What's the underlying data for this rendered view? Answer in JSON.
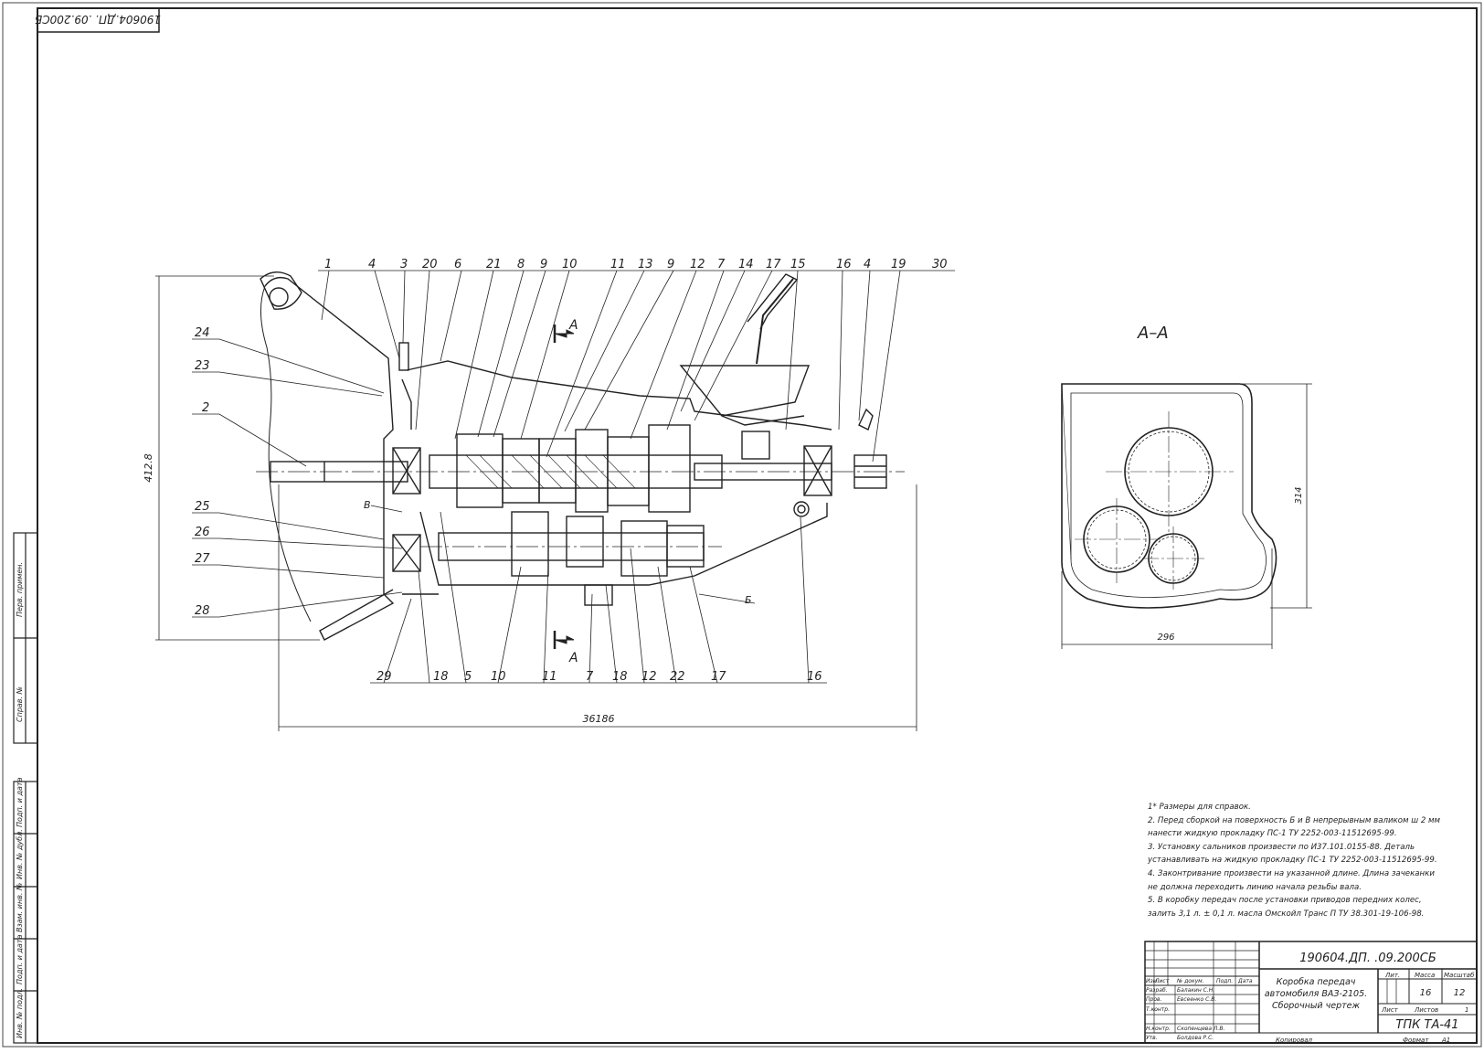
{
  "stamp_top": "190604.ДП. .09.200СБ",
  "section_label": "А–А",
  "cut_label": "А",
  "dims": {
    "height": "412.8",
    "length": "36186",
    "section_w": "296",
    "section_h": "314"
  },
  "surfaces": {
    "b": "Б",
    "v": "В"
  },
  "callouts_top": [
    "1",
    "4",
    "3",
    "20",
    "6",
    "21",
    "8",
    "9",
    "10",
    "11",
    "13",
    "9",
    "12",
    "7",
    "14",
    "17",
    "15",
    "16",
    "4",
    "19",
    "30"
  ],
  "callouts_left": [
    "24",
    "23",
    "2",
    "25",
    "26",
    "27",
    "28"
  ],
  "callouts_bottom": [
    "29",
    "18",
    "5",
    "10",
    "11",
    "7",
    "18",
    "12",
    "22",
    "17",
    "16"
  ],
  "side_stamp": [
    "Перв. примен.",
    "Справ. №",
    "Подп. и дата",
    "Инв. № дубл.",
    "Взам. инв. №",
    "Подп. и дата",
    "Инв. № подл."
  ],
  "notes": [
    "1* Размеры для справок.",
    "2. Перед сборкой на поверхность Б и В непрерывным валиком ш 2 мм",
    "нанести жидкую прокладку ПС-1 ТУ 2252-003-11512695-99.",
    "3. Установку сальников произвести по И37.101.0155-88. Деталь",
    "устанавливать на жидкую прокладку ПС-1 ТУ 2252-003-11512695-99.",
    "4. Законтривание произвести на указанной длине. Длина зачеканки",
    "не должна переходить линию начала резьбы вала.",
    "5. В коробку передач после установки приводов передних колес,",
    "залить 3,1 л. ± 0,1 л. масла Омскойл Транс П ТУ 38.301-19-106-98."
  ],
  "title_block": {
    "doc_number": "190604.ДП. .09.200СБ",
    "title_line1": "Коробка передач",
    "title_line2": "автомобиля ВАЗ-2105.",
    "title_line3": "Сборочный чертеж",
    "col_lit": "Лит.",
    "col_mass": "Масса",
    "col_scale": "Масштаб",
    "mass": "16",
    "scale": "12",
    "sheet_label": "Лист",
    "sheets_label": "Листов",
    "sheets_count": "1",
    "org": "ТПК ТА-41",
    "hdr": [
      "Изм.",
      "Лист",
      "№ докум.",
      "Подп.",
      "Дата"
    ],
    "roles": [
      "Разраб.",
      "Пров.",
      "Т.контр.",
      "",
      "Н.контр.",
      "Утв."
    ],
    "names": [
      "Балакин С.Н.",
      "Евсеенко С.В.",
      "",
      "",
      "Скопенцева Л.В.",
      "Болдова Р.С."
    ],
    "copied": "Копировал",
    "format": "Формат",
    "format_val": "А1"
  }
}
